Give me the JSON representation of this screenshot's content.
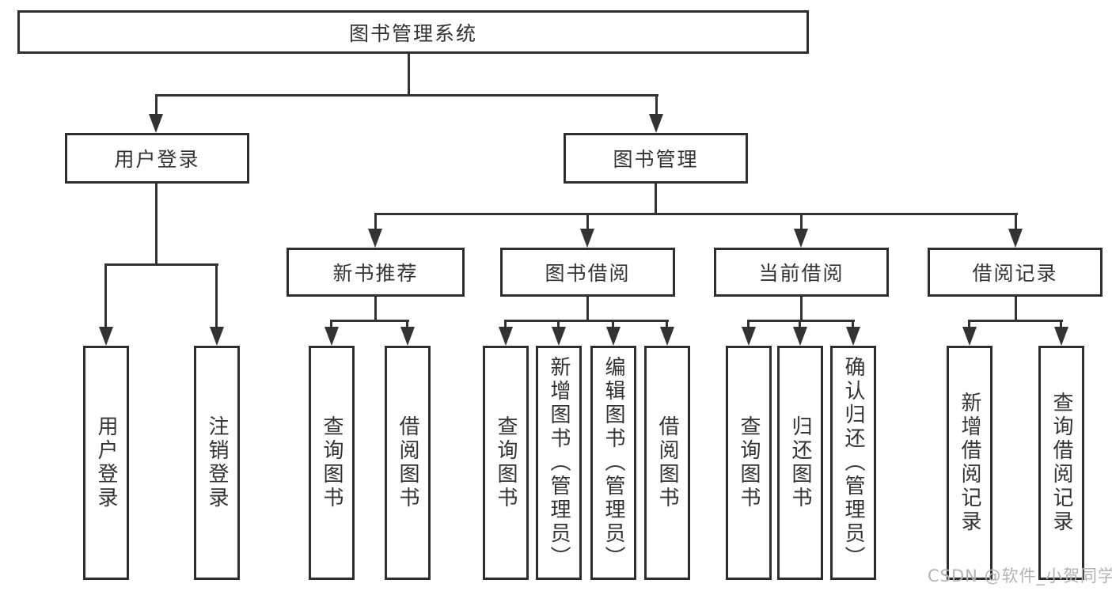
{
  "diagram_title": "图书管理系统",
  "nodes": {
    "root": "图书管理系统",
    "user_login": "用户登录",
    "book_mgmt": "图书管理",
    "new_book_rec": "新书推荐",
    "book_borrow": "图书借阅",
    "current_borrow": "当前借阅",
    "borrow_records": "借阅记录",
    "leaves": {
      "user_login": [
        "用户登录",
        "注销登录"
      ],
      "new_book_rec": [
        "查询图书",
        "借阅图书"
      ],
      "book_borrow": [
        "查询图书",
        "新增图书（管理员）",
        "编辑图书（管理员）",
        "借阅图书"
      ],
      "current_borrow": [
        "查询图书",
        "归还图书",
        "确认归还（管理员）"
      ],
      "borrow_records": [
        "新增借阅记录",
        "查询借阅记录"
      ]
    }
  },
  "watermark": "CSDN @软件_小贺同学",
  "colors": {
    "line": "#333333",
    "border": "#2e2e2e",
    "text": "#333333",
    "watermark": "#b3b3b3",
    "background": "#ffffff"
  }
}
